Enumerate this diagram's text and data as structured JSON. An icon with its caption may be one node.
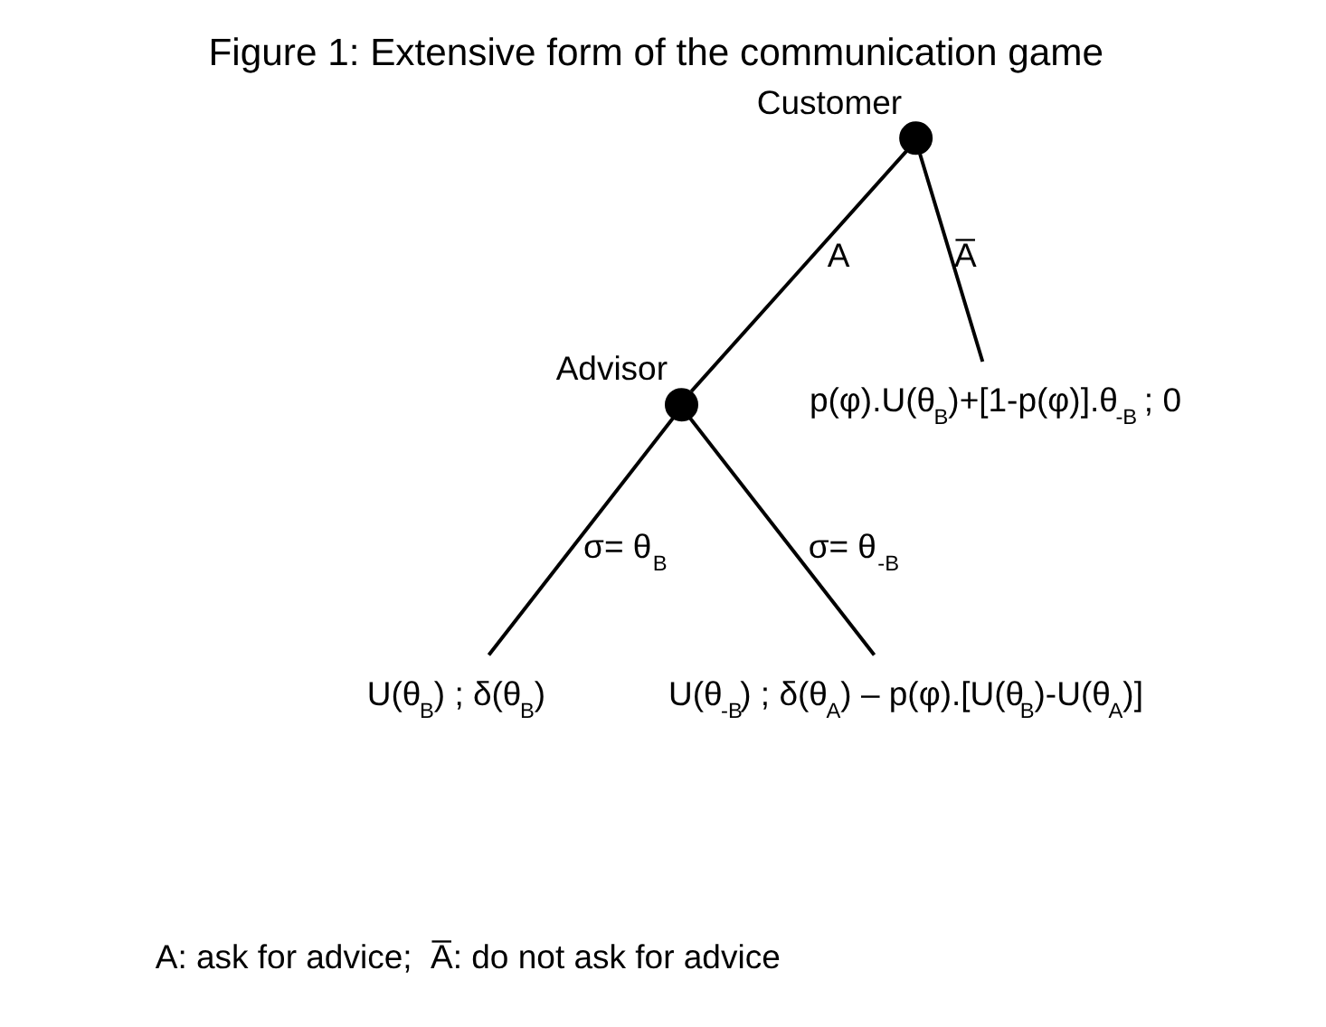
{
  "diagram": {
    "title": "Figure 1: Extensive form of the communication game",
    "caption": "A: ask for advice;  A̅: do not ask for advice",
    "nodes": [
      {
        "text": [],
        "shape": "circle",
        "beside": [
          "Customer"
        ]
      },
      {
        "text": [],
        "shape": "circle",
        "beside": [
          "Advisor"
        ]
      },
      {
        "text": [
          "U(θ$_{B}$) ; δ(θ$_{B}$)"
        ]
      },
      {
        "text": [
          "U(θ$_{-B}$) ; δ(θ$_{A}$) – p(φ).[U(θ$_{B}$)-U(θ$_{A}$)]"
        ]
      },
      {
        "text": [
          "p(φ).U(θ$_{B}$)+[1-p(φ)].θ$_{-B}$ ; 0"
        ]
      }
    ],
    "edges": [
      {
        "from": 0,
        "to": 1,
        "arrow": "none",
        "label": "A"
      },
      {
        "from": 0,
        "to": 4,
        "arrow": "none",
        "label": "A̅"
      },
      {
        "from": 1,
        "to": 2,
        "arrow": "none",
        "label": "σ= θ$_{B}$"
      },
      {
        "from": 1,
        "to": 3,
        "arrow": "none",
        "label": "σ= θ$_{-B}$"
      }
    ]
  }
}
